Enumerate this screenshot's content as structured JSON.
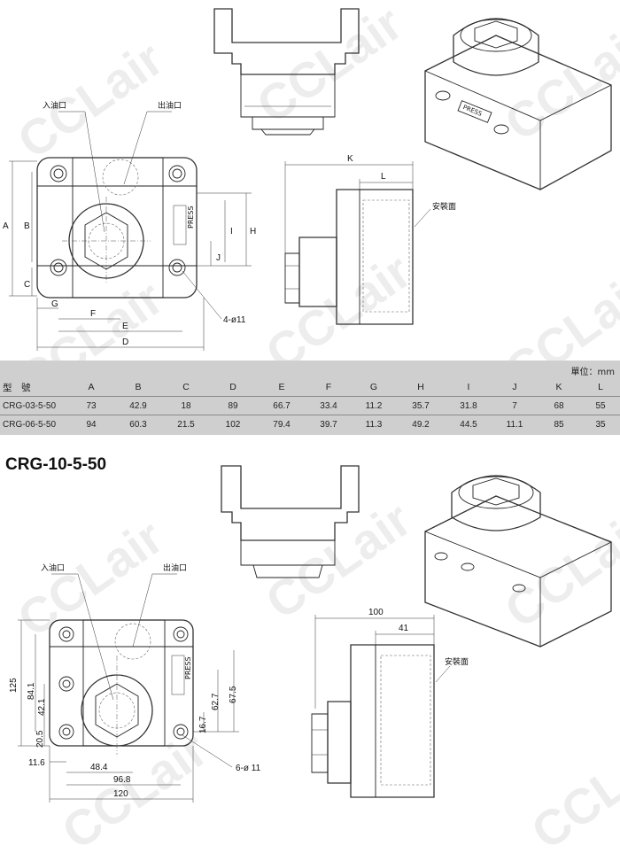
{
  "labels": {
    "inlet": "入油口",
    "outlet": "出油口",
    "mount_face": "安裝面",
    "press": "PRESS"
  },
  "top_dims": {
    "A": "A",
    "B": "B",
    "C": "C",
    "D": "D",
    "E": "E",
    "F": "F",
    "G": "G",
    "H": "H",
    "I": "I",
    "J": "J",
    "K": "K",
    "L": "L",
    "holes": "4-ø11"
  },
  "table": {
    "unit": "單位：mm",
    "headers": [
      "型　號",
      "A",
      "B",
      "C",
      "D",
      "E",
      "F",
      "G",
      "H",
      "I",
      "J",
      "K",
      "L"
    ],
    "rows": [
      [
        "CRG-03-5-50",
        "73",
        "42.9",
        "18",
        "89",
        "66.7",
        "33.4",
        "11.2",
        "35.7",
        "31.8",
        "7",
        "68",
        "55"
      ],
      [
        "CRG-06-5-50",
        "94",
        "60.3",
        "21.5",
        "102",
        "79.4",
        "39.7",
        "11.3",
        "49.2",
        "44.5",
        "11.1",
        "85",
        "35"
      ]
    ]
  },
  "model2": {
    "title": "CRG-10-5-50",
    "dims": {
      "h125": "125",
      "h84": "84.1",
      "h42": "42.1",
      "h20": "20.5",
      "h67": "67.5",
      "h62": "62.7",
      "h16": "16.7",
      "w11": "11.6",
      "w48": "48.4",
      "w96": "96.8",
      "w120": "120",
      "holes": "6-ø 11",
      "k100": "100",
      "l41": "41"
    }
  },
  "watermark": "CCLair"
}
